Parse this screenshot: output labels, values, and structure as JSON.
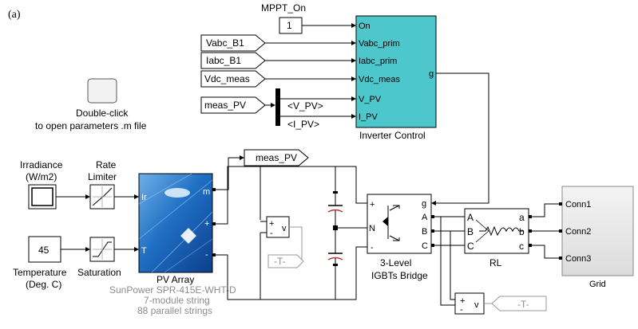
{
  "figure_label": "(a)",
  "mppt": {
    "label": "MPPT_On",
    "value": "1"
  },
  "goto_tags": {
    "vabc": "Vabc_B1",
    "iabc": "Iabc_B1",
    "vdc": "Vdc_meas",
    "meas_pv_in": "meas_PV",
    "meas_pv_out": "meas_PV"
  },
  "bus_selector": {
    "out1": "<V_PV>",
    "out2": "<I_PV>"
  },
  "inverter_control": {
    "name": "Inverter Control",
    "color": "#4dc7cc",
    "inputs": [
      "On",
      "Vabc_prim",
      "Iabc_prim",
      "Vdc_meas",
      "V_PV",
      "I_PV"
    ],
    "output": "g"
  },
  "param_button": {
    "line1": "Double-click",
    "line2": "to open parameters .m file"
  },
  "irradiance": {
    "line1": "Irradiance",
    "line2": "(W/m2)"
  },
  "rate_limiter": {
    "line1": "Rate",
    "line2": "Limiter"
  },
  "temperature": {
    "value": "45",
    "line1": "Temperature",
    "line2": "(Deg. C)"
  },
  "saturation": "Saturation",
  "pv_array": {
    "name": "PV Array",
    "port_ir": "Ir",
    "port_t": "T",
    "port_m": "m",
    "port_plus": "+",
    "port_minus": "-",
    "model": "SunPower SPR-415E-WHT-D",
    "string": "7-module string",
    "parallel": "88 parallel strings"
  },
  "voltmeter": {
    "plus": "+",
    "minus": "-",
    "v": "v"
  },
  "from_tag": "-T-",
  "bridge": {
    "line1": "3-Level",
    "line2": "IGBTs Bridge",
    "ports_in": [
      "+",
      "N",
      "-"
    ],
    "ports_out": [
      "g",
      "A",
      "B",
      "C"
    ]
  },
  "rl": {
    "name": "RL",
    "in": [
      "A",
      "B",
      "C"
    ],
    "out": [
      "a",
      "b",
      "c"
    ]
  },
  "grid": {
    "name": "Grid",
    "ports": [
      "Conn1",
      "Conn2",
      "Conn3"
    ]
  }
}
